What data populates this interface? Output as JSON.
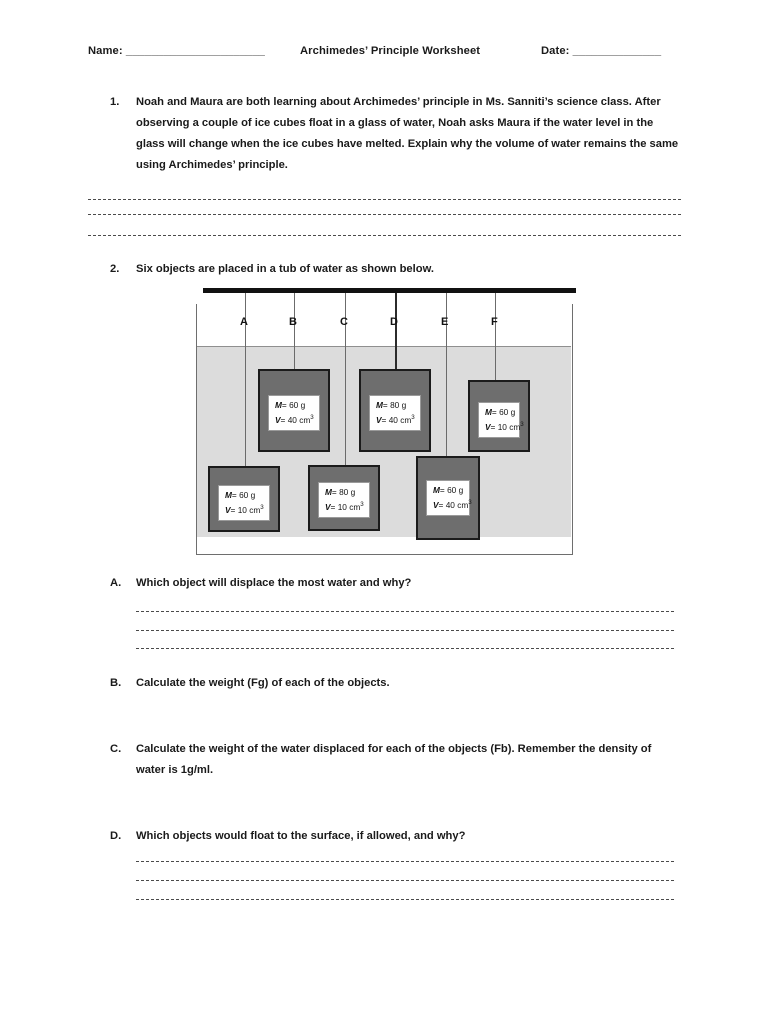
{
  "header": {
    "name_label": "Name: ______________________",
    "title": "Archimedes’ Principle Worksheet",
    "date_label": "Date: ______________"
  },
  "questions": [
    {
      "number": "1.",
      "text": "Noah and Maura are both learning about Archimedes’ principle in Ms. Sanniti’s science class. After observing a couple of ice cubes float in a glass of water, Noah asks Maura if the water level in the glass will change when the ice cubes have melted. Explain why the volume of water remains the same using Archimedes’ principle."
    },
    {
      "number": "2.",
      "text": "Six objects are placed in a tub of water as shown below."
    }
  ],
  "subquestions": [
    {
      "letter": "A.",
      "text": "Which object will displace the most water and why?"
    },
    {
      "letter": "B.",
      "text": "Calculate the weight (Fg) of each of the objects."
    },
    {
      "letter": "C.",
      "text": "Calculate the weight of the water displaced for each of the objects (Fb). Remember the density of water is 1g/ml."
    },
    {
      "letter": "D.",
      "text": "Which objects would float to the surface, if allowed, and why?"
    }
  ],
  "diagram": {
    "objects": [
      {
        "label": "A",
        "mass_symbol": "M",
        "mass": "= 60 g",
        "volume_symbol": "V",
        "volume": "= 10 cm",
        "exponent": "3"
      },
      {
        "label": "B",
        "mass_symbol": "M",
        "mass": "= 60 g",
        "volume_symbol": "V",
        "volume": "= 40 cm",
        "exponent": "3"
      },
      {
        "label": "C",
        "mass_symbol": "M",
        "mass": "= 80 g",
        "volume_symbol": "V",
        "volume": "= 10 cm",
        "exponent": "3"
      },
      {
        "label": "D",
        "mass_symbol": "M",
        "mass": "= 80 g",
        "volume_symbol": "V",
        "volume": "= 40 cm",
        "exponent": "3"
      },
      {
        "label": "E",
        "mass_symbol": "M",
        "mass": "= 60 g",
        "volume_symbol": "V",
        "volume": "= 40 cm",
        "exponent": "3"
      },
      {
        "label": "F",
        "mass_symbol": "M",
        "mass": "= 60 g",
        "volume_symbol": "V",
        "volume": "= 10 cm",
        "exponent": "3"
      }
    ],
    "colors": {
      "block_fill": "#6e6e6e",
      "block_border": "#1b1b1b",
      "water_fill": "#dcdcdc",
      "support_bar": "#111111"
    }
  }
}
